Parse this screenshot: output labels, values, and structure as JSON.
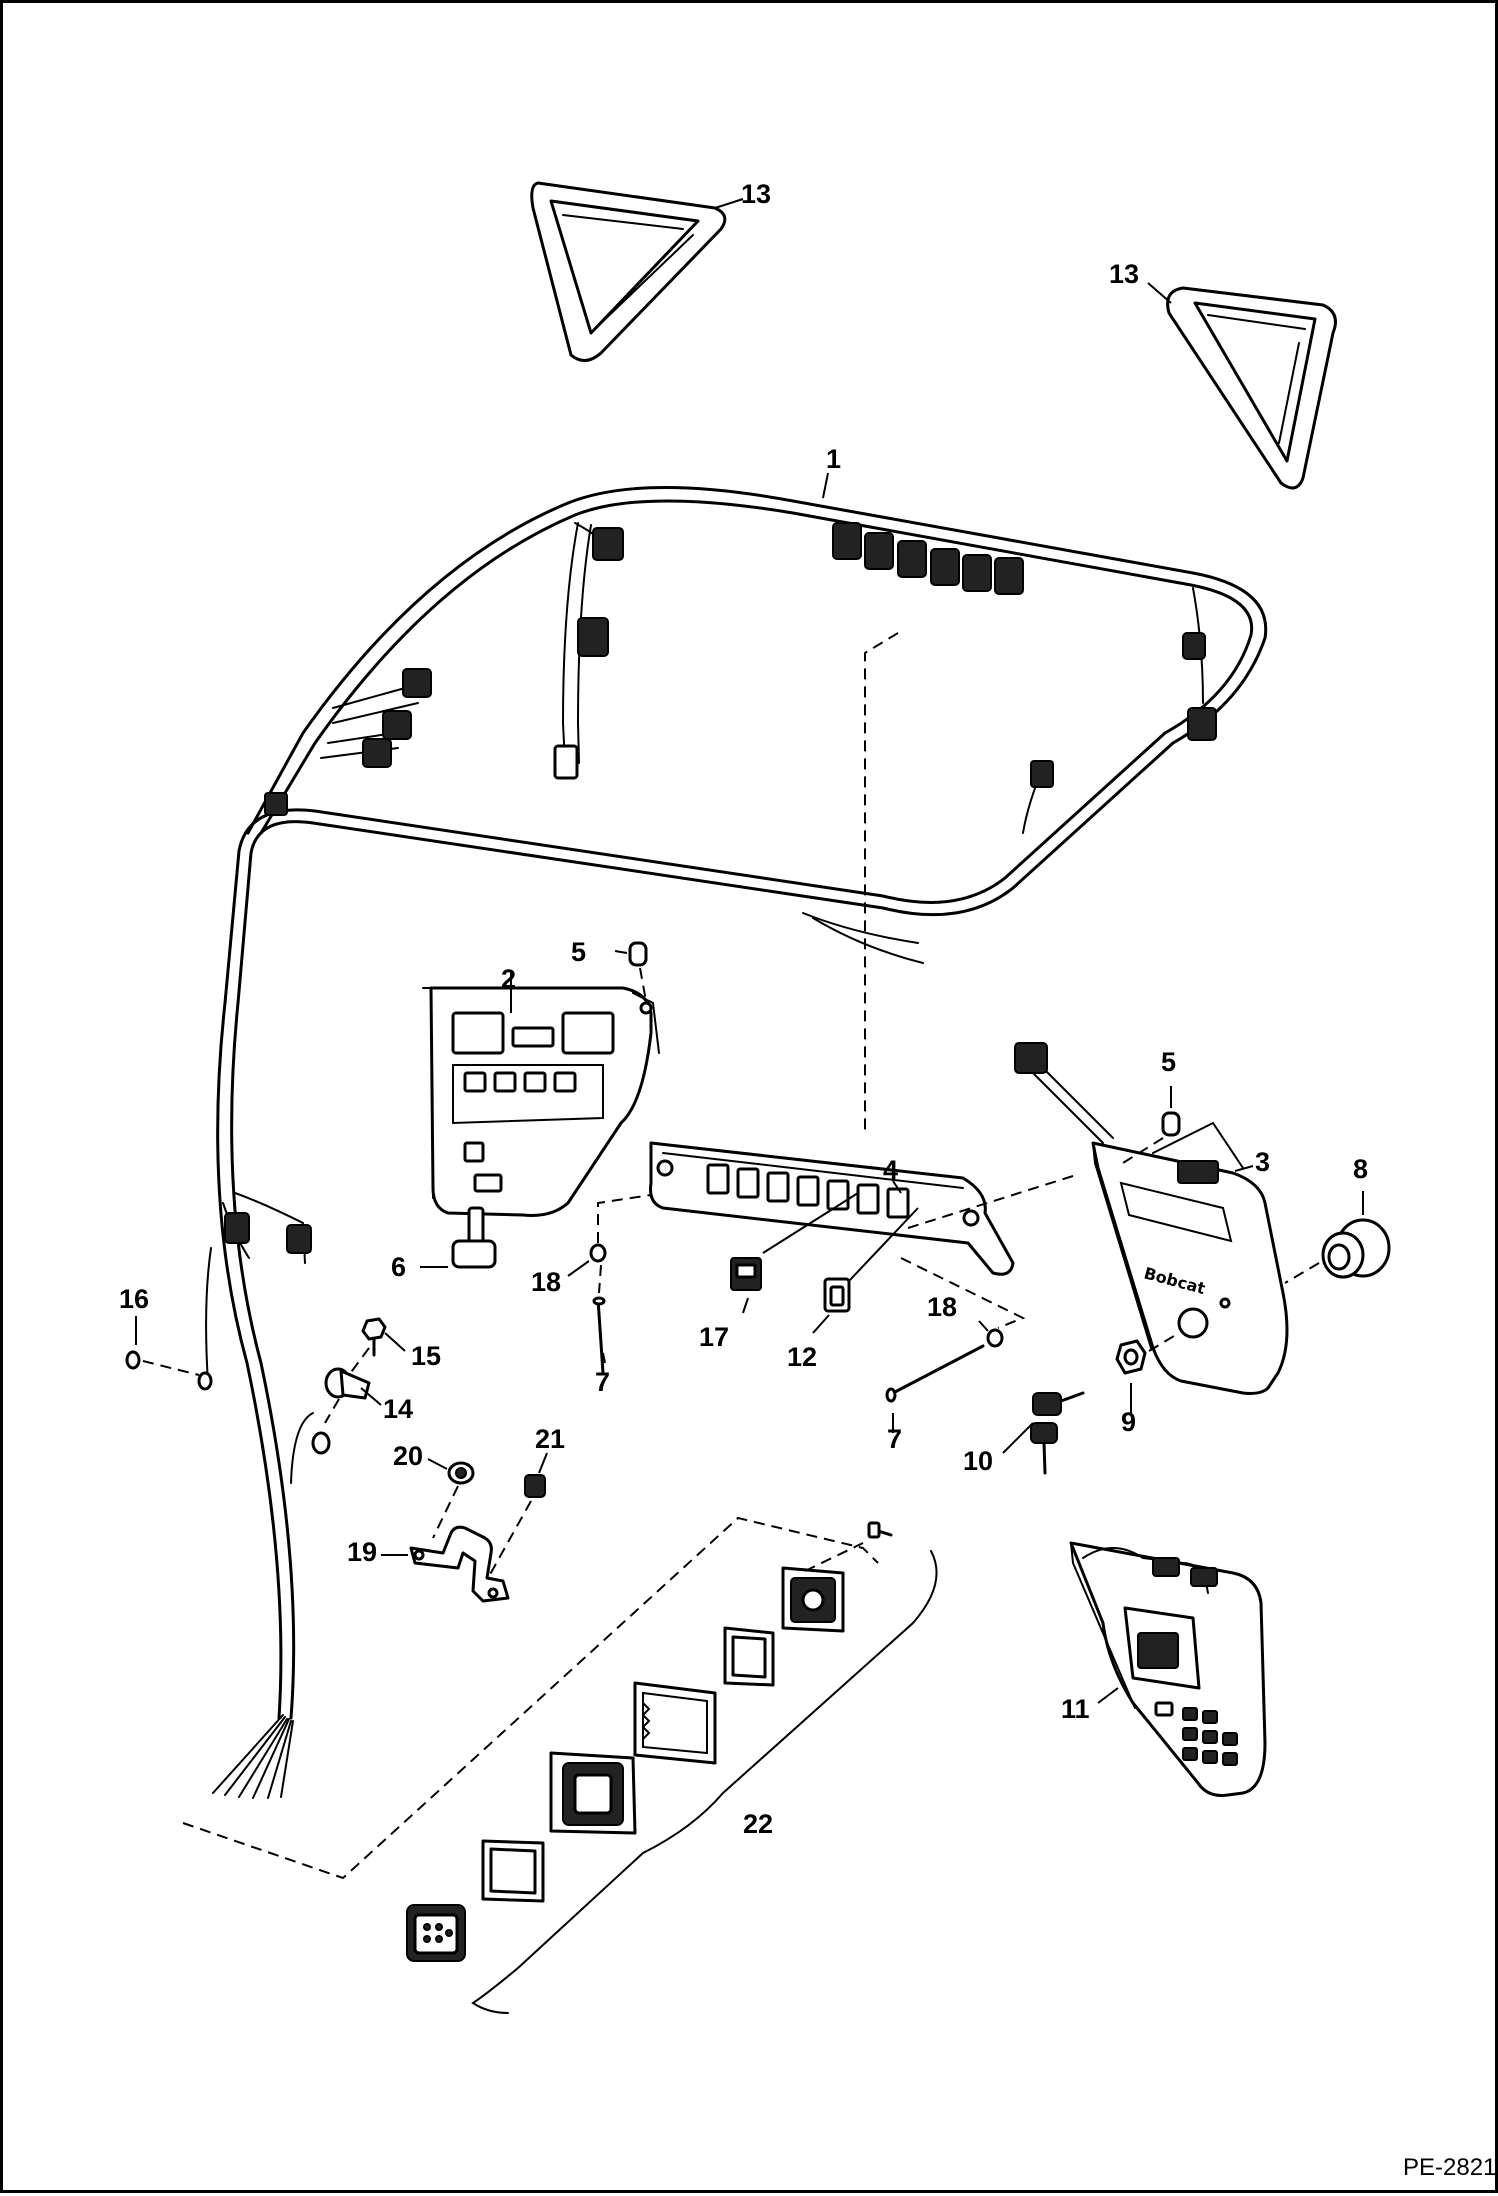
{
  "document_code": "PE-2821",
  "callouts": [
    {
      "id": "13a",
      "text": "13"
    },
    {
      "id": "13b",
      "text": "13"
    },
    {
      "id": "1",
      "text": "1"
    },
    {
      "id": "5a",
      "text": "5"
    },
    {
      "id": "2",
      "text": "2"
    },
    {
      "id": "5b",
      "text": "5"
    },
    {
      "id": "4",
      "text": "4"
    },
    {
      "id": "3",
      "text": "3"
    },
    {
      "id": "8",
      "text": "8"
    },
    {
      "id": "6",
      "text": "6"
    },
    {
      "id": "18a",
      "text": "18"
    },
    {
      "id": "16",
      "text": "16"
    },
    {
      "id": "15",
      "text": "15"
    },
    {
      "id": "17",
      "text": "17"
    },
    {
      "id": "12",
      "text": "12"
    },
    {
      "id": "18b",
      "text": "18"
    },
    {
      "id": "7a",
      "text": "7"
    },
    {
      "id": "14",
      "text": "14"
    },
    {
      "id": "9",
      "text": "9"
    },
    {
      "id": "7b",
      "text": "7"
    },
    {
      "id": "10",
      "text": "10"
    },
    {
      "id": "20",
      "text": "20"
    },
    {
      "id": "21",
      "text": "21"
    },
    {
      "id": "19",
      "text": "19"
    },
    {
      "id": "11",
      "text": "11"
    },
    {
      "id": "22",
      "text": "22"
    }
  ]
}
